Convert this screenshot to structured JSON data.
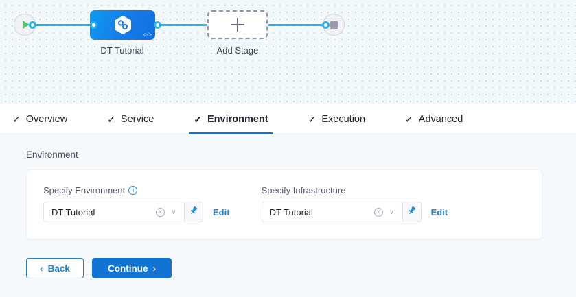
{
  "pipeline": {
    "start_node": {
      "icon": "play-icon",
      "name": "start-node"
    },
    "end_node": {
      "icon": "stop-icon",
      "name": "end-node"
    },
    "stage": {
      "label": "DT Tutorial",
      "icon": "hexagon-link-icon",
      "badge": "</>"
    },
    "add_stage": {
      "label": "Add Stage",
      "icon": "plus-icon"
    },
    "edge_color": "#27b3f1",
    "canvas_background": "#f3f8fb"
  },
  "tabs": [
    {
      "label": "Overview",
      "check": "✓",
      "active": false
    },
    {
      "label": "Service",
      "check": "✓",
      "active": false
    },
    {
      "label": "Environment",
      "check": "✓",
      "active": true
    },
    {
      "label": "Execution",
      "check": "✓",
      "active": false
    },
    {
      "label": "Advanced",
      "check": "✓",
      "active": false
    }
  ],
  "content": {
    "section_title": "Environment",
    "fields": [
      {
        "label": "Specify Environment",
        "has_info": true,
        "info_glyph": "i",
        "value": "DT Tutorial",
        "clear_glyph": "×",
        "chevron_glyph": "∨",
        "pin_icon": "pin-icon",
        "edit_label": "Edit"
      },
      {
        "label": "Specify Infrastructure",
        "has_info": false,
        "info_glyph": "",
        "value": "DT Tutorial",
        "clear_glyph": "×",
        "chevron_glyph": "∨",
        "pin_icon": "pin-icon",
        "edit_label": "Edit"
      }
    ]
  },
  "footer": {
    "back_label": "Back",
    "back_chevron": "‹",
    "continue_label": "Continue",
    "continue_chevron": "›"
  },
  "colors": {
    "accent": "#1174d4",
    "link": "#1f7fd4",
    "edge": "#27b3f1",
    "pin": "#1f8ae0"
  }
}
